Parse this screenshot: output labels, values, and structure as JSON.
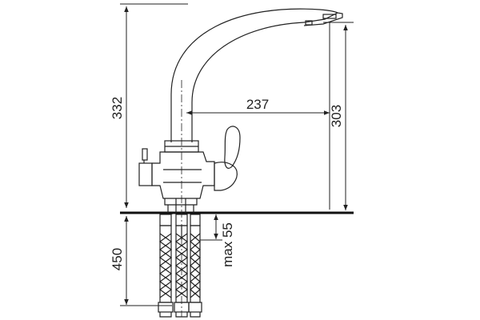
{
  "dimensions": {
    "total_height": "332",
    "spout_reach": "237",
    "spout_height": "303",
    "hose_length": "450",
    "countertop_thickness": "max 55"
  },
  "colors": {
    "line": "#222222",
    "countertop": "#111111",
    "background": "#ffffff"
  }
}
